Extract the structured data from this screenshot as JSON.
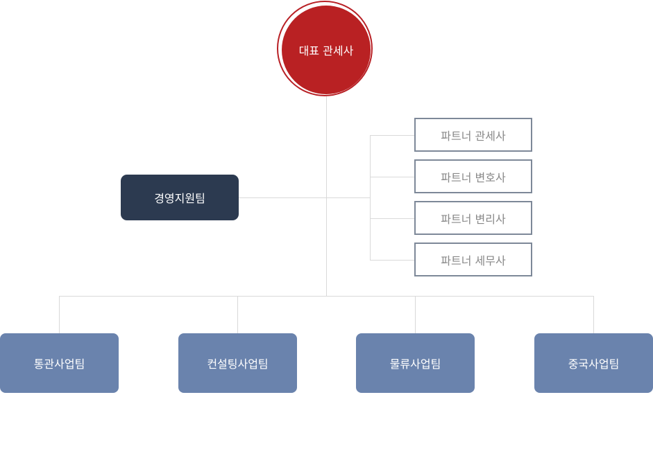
{
  "ceo": {
    "label": "대표 관세사"
  },
  "support": {
    "label": "경영지원팀"
  },
  "partners": [
    {
      "label": "파트너 관세사"
    },
    {
      "label": "파트너 변호사"
    },
    {
      "label": "파트너 변리사"
    },
    {
      "label": "파트너 세무사"
    }
  ],
  "teams": [
    {
      "label": "통관사업팀"
    },
    {
      "label": "컨설팅사업팀"
    },
    {
      "label": "물류사업팀"
    },
    {
      "label": "중국사업팀"
    }
  ],
  "colors": {
    "ceo": "#b92123",
    "support": "#2c3a50",
    "partner_border": "#7d8898",
    "team": "#6a83ad",
    "connector": "#d9d9d9"
  }
}
